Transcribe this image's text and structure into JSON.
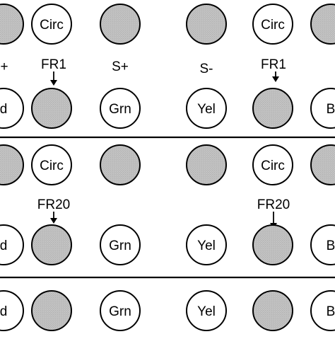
{
  "panels": [
    {
      "top_row": [
        {
          "label": "",
          "filled": true
        },
        {
          "label": "Circ",
          "filled": false
        },
        {
          "label": "",
          "filled": true
        },
        {
          "label": "",
          "filled": true
        },
        {
          "label": "Circ",
          "filled": false
        },
        {
          "label": "",
          "filled": true
        }
      ],
      "annotations": [
        "+",
        "FR1",
        "S+",
        "S-",
        "FR1"
      ],
      "bottom_row": [
        {
          "label": "d",
          "filled": false
        },
        {
          "label": "",
          "filled": true
        },
        {
          "label": "Grn",
          "filled": false
        },
        {
          "label": "Yel",
          "filled": false
        },
        {
          "label": "",
          "filled": true
        },
        {
          "label": "B",
          "filled": false
        }
      ]
    },
    {
      "top_row": [
        {
          "label": "",
          "filled": true
        },
        {
          "label": "Circ",
          "filled": false
        },
        {
          "label": "",
          "filled": true
        },
        {
          "label": "",
          "filled": true
        },
        {
          "label": "Circ",
          "filled": false
        },
        {
          "label": "",
          "filled": true
        }
      ],
      "annotations": [
        "FR20",
        "FR20"
      ],
      "bottom_row": [
        {
          "label": "d",
          "filled": false
        },
        {
          "label": "",
          "filled": true
        },
        {
          "label": "Grn",
          "filled": false
        },
        {
          "label": "Yel",
          "filled": false
        },
        {
          "label": "",
          "filled": true
        },
        {
          "label": "B",
          "filled": false
        }
      ]
    },
    {
      "bottom_row": [
        {
          "label": "d",
          "filled": false
        },
        {
          "label": "",
          "filled": true
        },
        {
          "label": "Grn",
          "filled": false
        },
        {
          "label": "Yel",
          "filled": false
        },
        {
          "label": "",
          "filled": true
        },
        {
          "label": "B",
          "filled": false
        }
      ]
    }
  ],
  "colors": {
    "filled_circle": "#c4c4c4",
    "open_circle": "#ffffff",
    "stroke": "#000000"
  }
}
